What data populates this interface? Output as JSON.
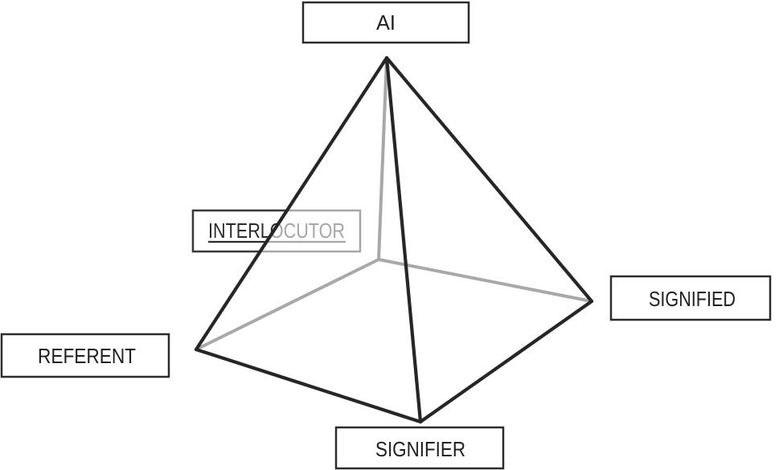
{
  "diagram": {
    "type": "semiotic-pyramid",
    "background": "#ffffff",
    "nodes": {
      "apex": {
        "label": "AI",
        "position": "top",
        "style": "solid"
      },
      "back": {
        "label": "INTERLOCUTOR",
        "position": "hidden-back-base",
        "style": "faded-underlined-split"
      },
      "left": {
        "label": "REFERENT",
        "position": "left-base",
        "style": "solid"
      },
      "right": {
        "label": "SIGNIFIED",
        "position": "right-base",
        "style": "solid"
      },
      "front": {
        "label": "SIGNIFIER",
        "position": "front-base",
        "style": "solid"
      }
    },
    "edges": {
      "visible": [
        "AI-REFERENT",
        "AI-SIGNIFIED",
        "AI-SIGNIFIER",
        "REFERENT-SIGNIFIER",
        "SIGNIFIER-SIGNIFIED"
      ],
      "hidden": [
        "AI-BACKVERTEX",
        "BACKVERTEX-REFERENT",
        "BACKVERTEX-SIGNIFIED"
      ]
    },
    "colors": {
      "edge_visible": "#262626",
      "edge_hidden": "#a8a8a8",
      "box_border": "#2b2b2b",
      "box_fill": "#ffffff",
      "label_text": "#1f1f1f",
      "faded_border": "#a6a6a6",
      "faded_text": "#a6a6a6",
      "background": "#ffffff"
    }
  }
}
